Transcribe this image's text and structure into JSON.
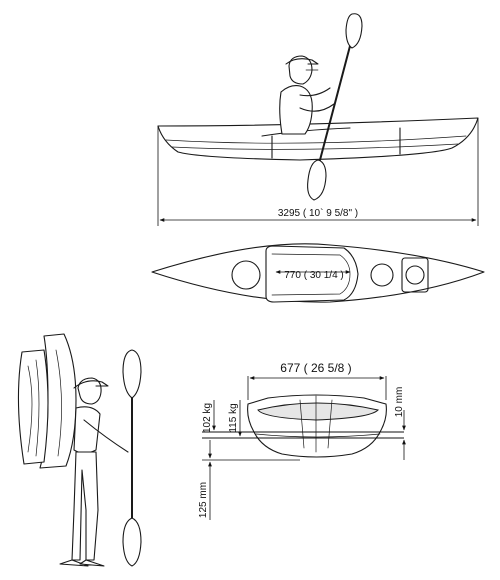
{
  "dimensions": {
    "length": "3295 ( 10` 9 5/8\" )",
    "cockpit": "770 ( 30 1/4 )",
    "beam": "677 ( 26 5/8 )",
    "weight_1": "102 kg",
    "weight_2": "115 kg",
    "draft": "10 mm",
    "freeboard": "125 mm"
  }
}
